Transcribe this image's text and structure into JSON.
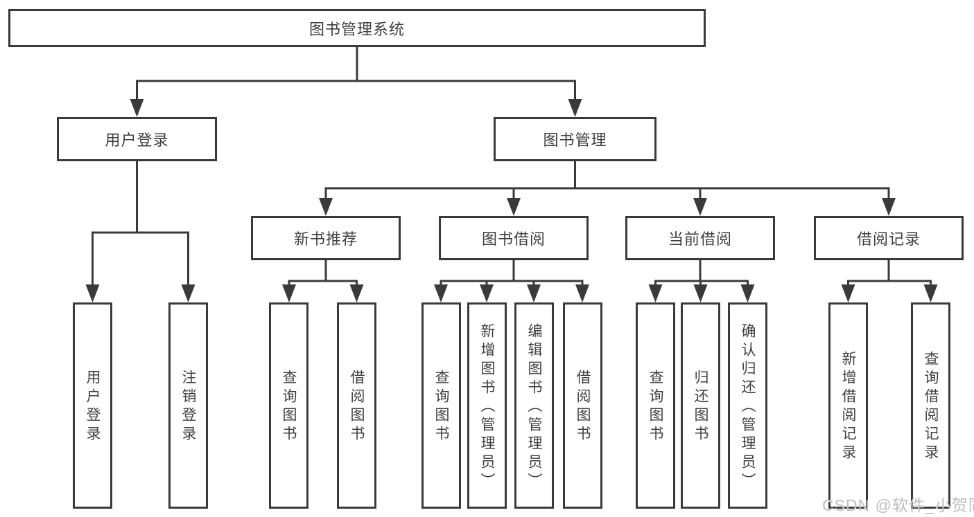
{
  "diagram": {
    "root_label": "图书管理系统",
    "level1": {
      "user_login": "用户登录",
      "book_mgmt": "图书管理"
    },
    "level2": {
      "new_books": "新书推荐",
      "borrow": "图书借阅",
      "current": "当前借阅",
      "records": "借阅记录"
    },
    "leaves": {
      "user_login": [
        "用户登录",
        "注销登录"
      ],
      "new_books": [
        "查询图书",
        "借阅图书"
      ],
      "borrow": [
        "查询图书",
        "新增图书（管理员）",
        "编辑图书（管理员）",
        "借阅图书"
      ],
      "current": [
        "查询图书",
        "归还图书",
        "确认归还（管理员）"
      ],
      "records": [
        "新增借阅记录",
        "查询借阅记录"
      ]
    },
    "watermark": "CSDN @软件_小贺同学",
    "colors": {
      "line": "#3a3a3a",
      "text": "#3f3f3f",
      "background": "#ffffff",
      "watermark": "#bdbdbd"
    }
  }
}
